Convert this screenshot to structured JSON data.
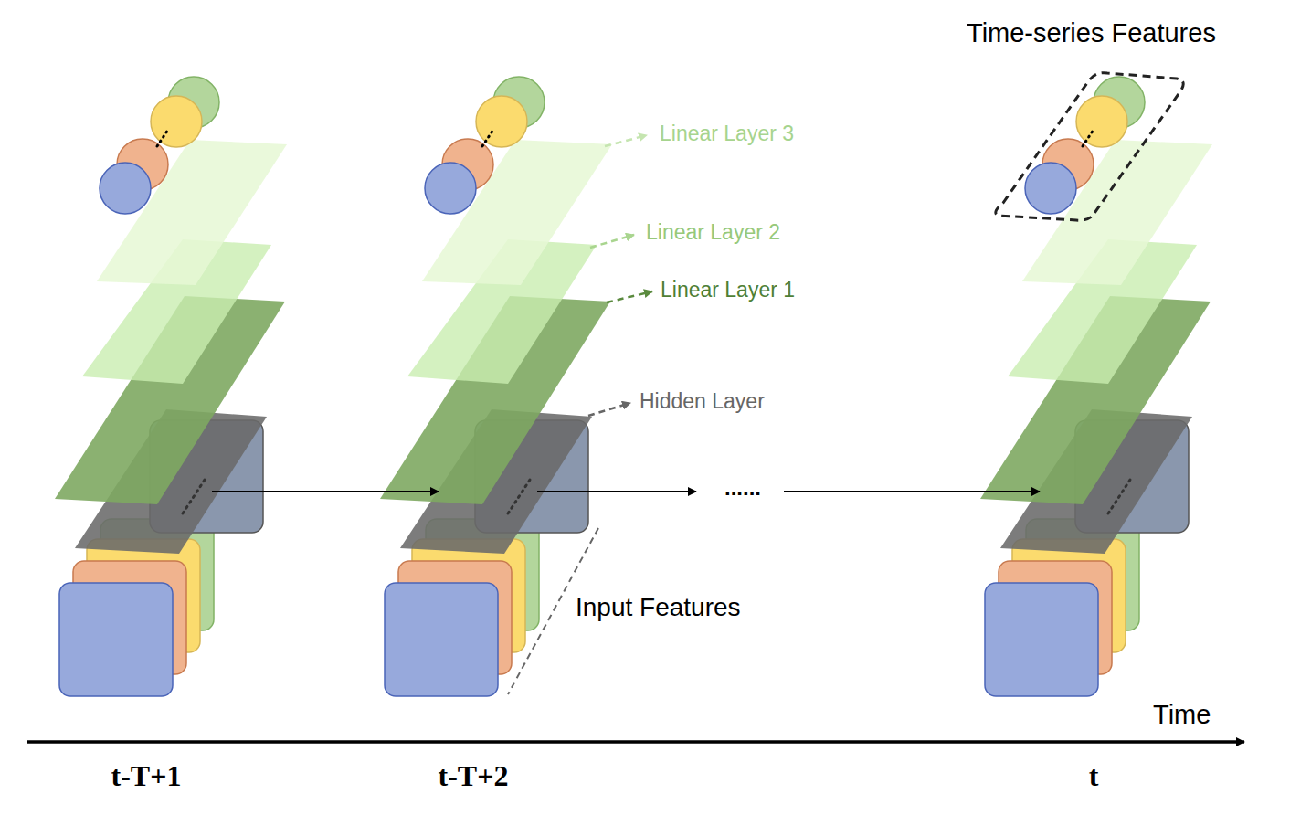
{
  "diagram": {
    "labels": [
      "Time-series Features",
      "Linear Layer 3",
      "Linear Layer 2",
      "Linear Layer 1",
      "Hidden Layer",
      "Input Features",
      "......",
      "Time",
      "t-T+1",
      "t-T+2",
      "t"
    ]
  }
}
